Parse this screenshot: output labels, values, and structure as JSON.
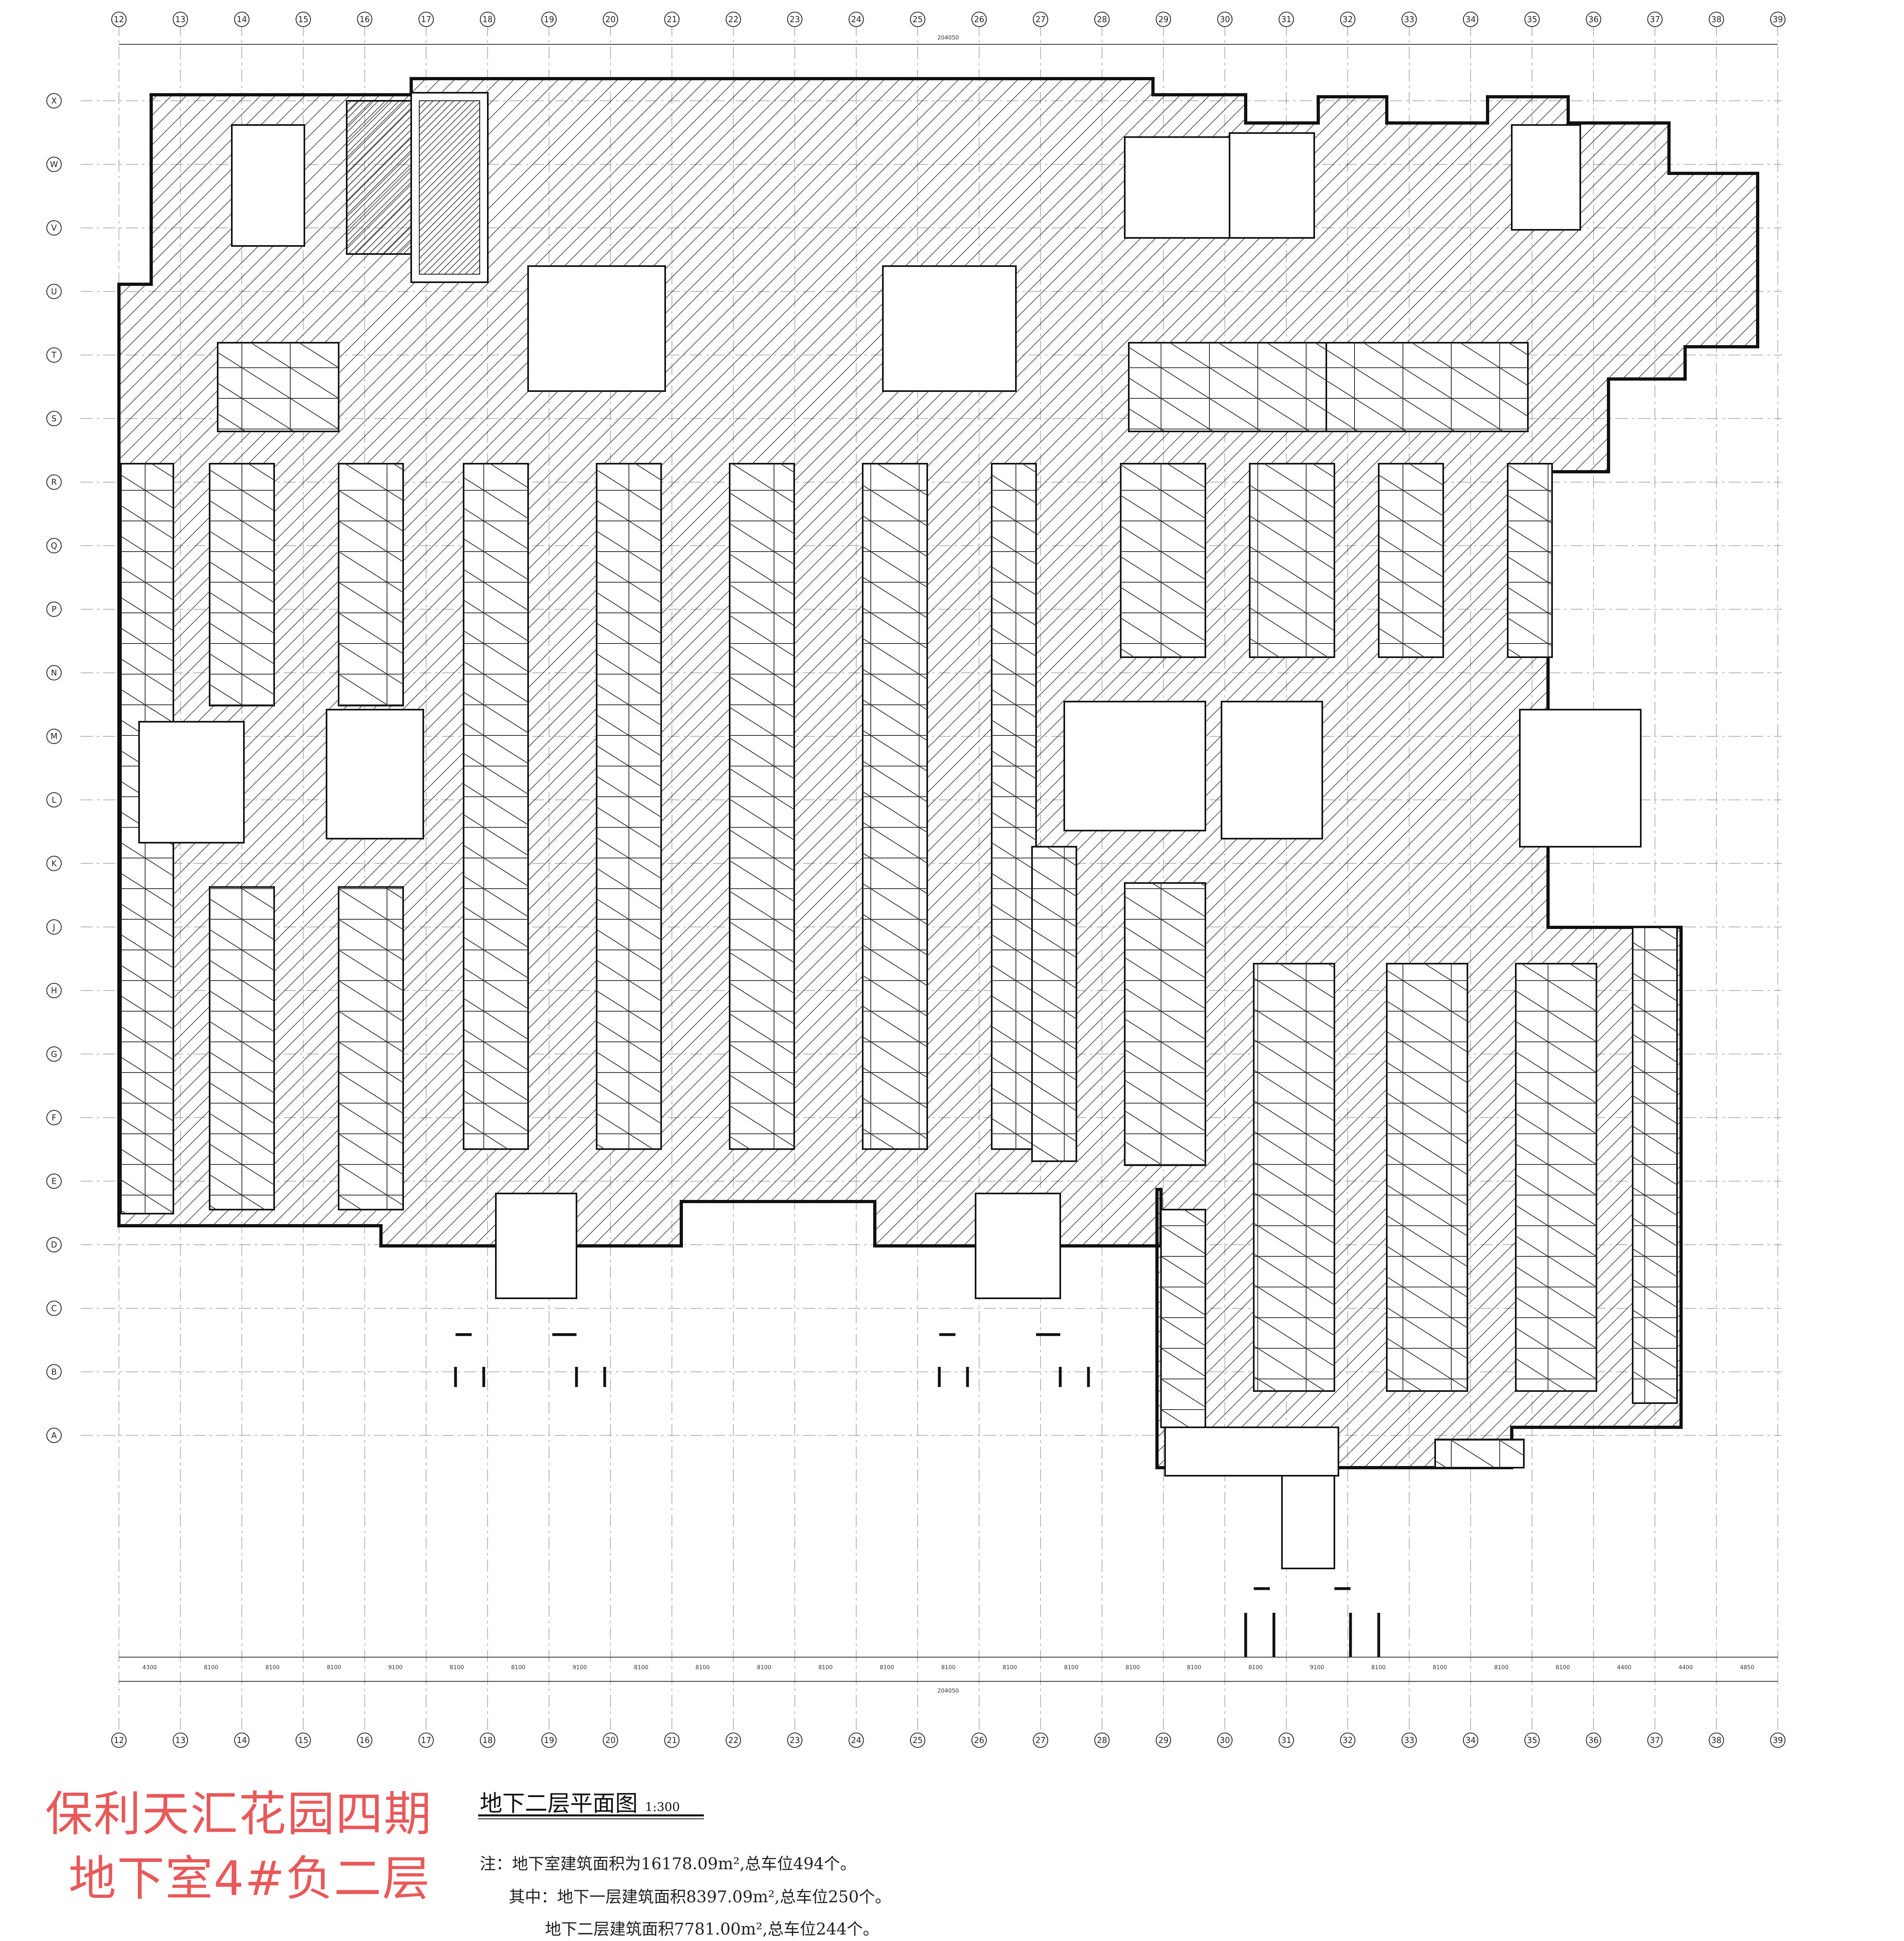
{
  "drawing": {
    "title": "地下二层平面图",
    "scale": "1:300",
    "notes": [
      "注：地下室建筑面积为16178.09m²,总车位494个。",
      "其中：地下一层建筑面积8397.09m²,总车位250个。",
      "地下二层建筑面积7781.00m²,总车位244个。"
    ],
    "overall_dimension": "204050",
    "column_axes": [
      "12",
      "13",
      "14",
      "15",
      "16",
      "17",
      "18",
      "19",
      "20",
      "21",
      "22",
      "23",
      "24",
      "25",
      "26",
      "27",
      "28",
      "29",
      "30",
      "31",
      "32",
      "33",
      "34",
      "35",
      "36",
      "37",
      "38",
      "39"
    ],
    "row_axes": [
      "X",
      "W",
      "V",
      "U",
      "T",
      "S",
      "R",
      "Q",
      "P",
      "N",
      "M",
      "L",
      "K",
      "J",
      "H",
      "G",
      "F",
      "E",
      "D",
      "C",
      "B",
      "A"
    ],
    "bottom_dimensions": [
      "4300",
      "8100",
      "8100",
      "8100",
      "9100",
      "8100",
      "8100",
      "9100",
      "8100",
      "8100",
      "8100",
      "8100",
      "8100",
      "8100",
      "8100",
      "8100",
      "8100",
      "8100",
      "8100",
      "9100",
      "8100",
      "8100",
      "8100",
      "8100",
      "4400",
      "4400",
      "4850"
    ]
  },
  "watermark": {
    "line1": "保利天汇花园四期",
    "line2": "地下室4#负二层"
  },
  "colors": {
    "stamp": "#e8595a",
    "lines": "#1a1a1a"
  }
}
